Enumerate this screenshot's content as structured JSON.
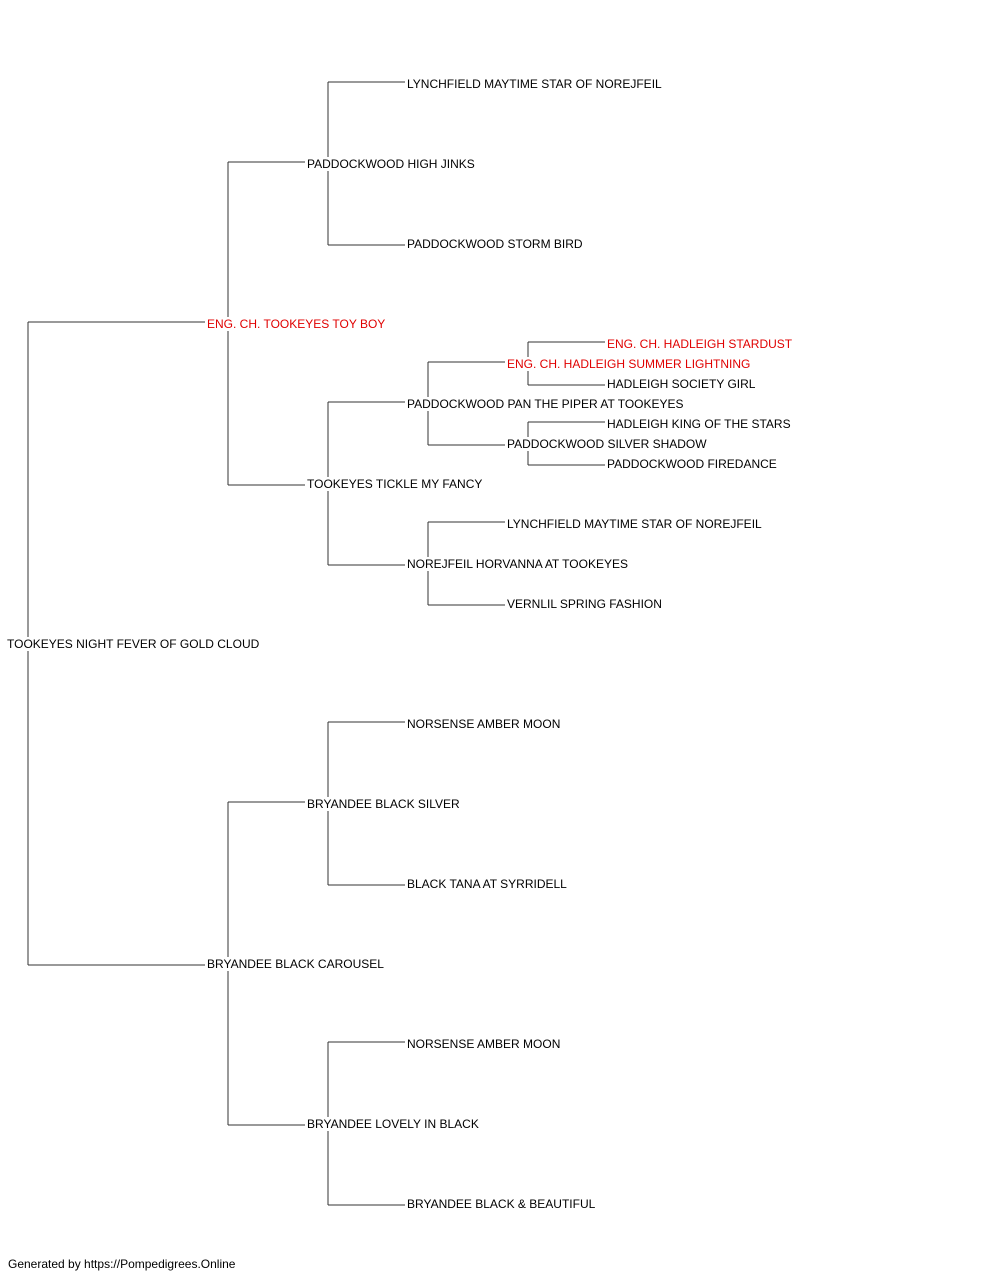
{
  "pedigree": {
    "subject": {
      "name": "TOOKEYES NIGHT FEVER OF GOLD CLOUD",
      "champion": false
    },
    "sire": {
      "name": "ENG. CH. TOOKEYES TOY BOY",
      "champion": true,
      "sire": {
        "name": "PADDOCKWOOD HIGH JINKS",
        "champion": false,
        "sire": {
          "name": "LYNCHFIELD MAYTIME STAR OF NOREJFEIL",
          "champion": false
        },
        "dam": {
          "name": "PADDOCKWOOD STORM BIRD",
          "champion": false
        }
      },
      "dam": {
        "name": "TOOKEYES TICKLE MY FANCY",
        "champion": false,
        "sire": {
          "name": "PADDOCKWOOD PAN THE PIPER AT TOOKEYES",
          "champion": false,
          "sire": {
            "name": "ENG. CH. HADLEIGH SUMMER LIGHTNING",
            "champion": true,
            "sire": {
              "name": "ENG. CH. HADLEIGH STARDUST",
              "champion": true
            },
            "dam": {
              "name": "HADLEIGH SOCIETY GIRL",
              "champion": false
            }
          },
          "dam": {
            "name": "PADDOCKWOOD SILVER SHADOW",
            "champion": false,
            "sire": {
              "name": "HADLEIGH KING OF THE STARS",
              "champion": false
            },
            "dam": {
              "name": "PADDOCKWOOD FIREDANCE",
              "champion": false
            }
          }
        },
        "dam": {
          "name": "NOREJFEIL HORVANNA AT TOOKEYES",
          "champion": false,
          "sire": {
            "name": "LYNCHFIELD MAYTIME STAR OF NOREJFEIL",
            "champion": false
          },
          "dam": {
            "name": "VERNLIL SPRING FASHION",
            "champion": false
          }
        }
      }
    },
    "dam": {
      "name": "BRYANDEE BLACK CAROUSEL",
      "champion": false,
      "sire": {
        "name": "BRYANDEE BLACK SILVER",
        "champion": false,
        "sire": {
          "name": "NORSENSE AMBER MOON",
          "champion": false
        },
        "dam": {
          "name": "BLACK TANA AT SYRRIDELL",
          "champion": false
        }
      },
      "dam": {
        "name": "BRYANDEE LOVELY IN BLACK",
        "champion": false,
        "sire": {
          "name": "NORSENSE AMBER MOON",
          "champion": false
        },
        "dam": {
          "name": "BRYANDEE BLACK & BEAUTIFUL",
          "champion": false
        }
      }
    }
  },
  "colors": {
    "champion": "#e00000",
    "normal": "#000000",
    "line": "#333333"
  },
  "footer": "Generated by https://Pompedigrees.Online"
}
